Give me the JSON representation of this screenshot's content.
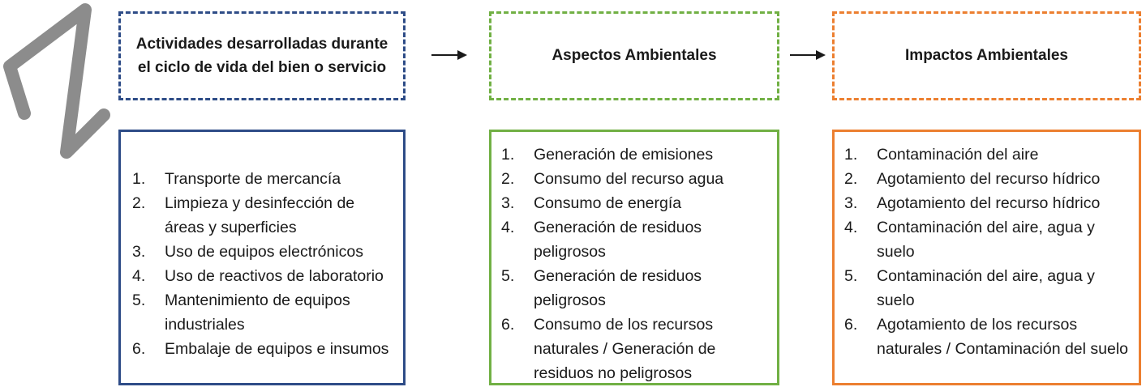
{
  "columns": [
    {
      "key": "actividades",
      "header": [
        "Actividades desarrolladas durante",
        "el ciclo de vida del bien o servicio"
      ],
      "color": "#2e4c87",
      "items": [
        "Transporte de mercancía",
        "Limpieza y desinfección de áreas y superficies",
        "Uso de equipos electrónicos",
        "Uso de reactivos de laboratorio",
        "Mantenimiento de equipos industriales",
        "Embalaje de equipos e insumos"
      ]
    },
    {
      "key": "aspectos",
      "header": [
        "Aspectos Ambientales"
      ],
      "color": "#71b044",
      "items": [
        "Generación de emisiones",
        "Consumo del recurso agua",
        "Consumo de energía",
        "Generación de residuos peligrosos",
        "Generación de residuos peligrosos",
        "Consumo de los recursos naturales / Generación de residuos no peligrosos"
      ]
    },
    {
      "key": "impactos",
      "header": [
        "Impactos Ambientales"
      ],
      "color": "#ec7f30",
      "items": [
        "Contaminación del aire",
        "Agotamiento del recurso hídrico",
        "Agotamiento del recurso hídrico",
        "Contaminación del aire, agua y suelo",
        "Contaminación del aire, agua y suelo",
        "Agotamiento de los recursos naturales / Contaminación del suelo"
      ]
    }
  ]
}
